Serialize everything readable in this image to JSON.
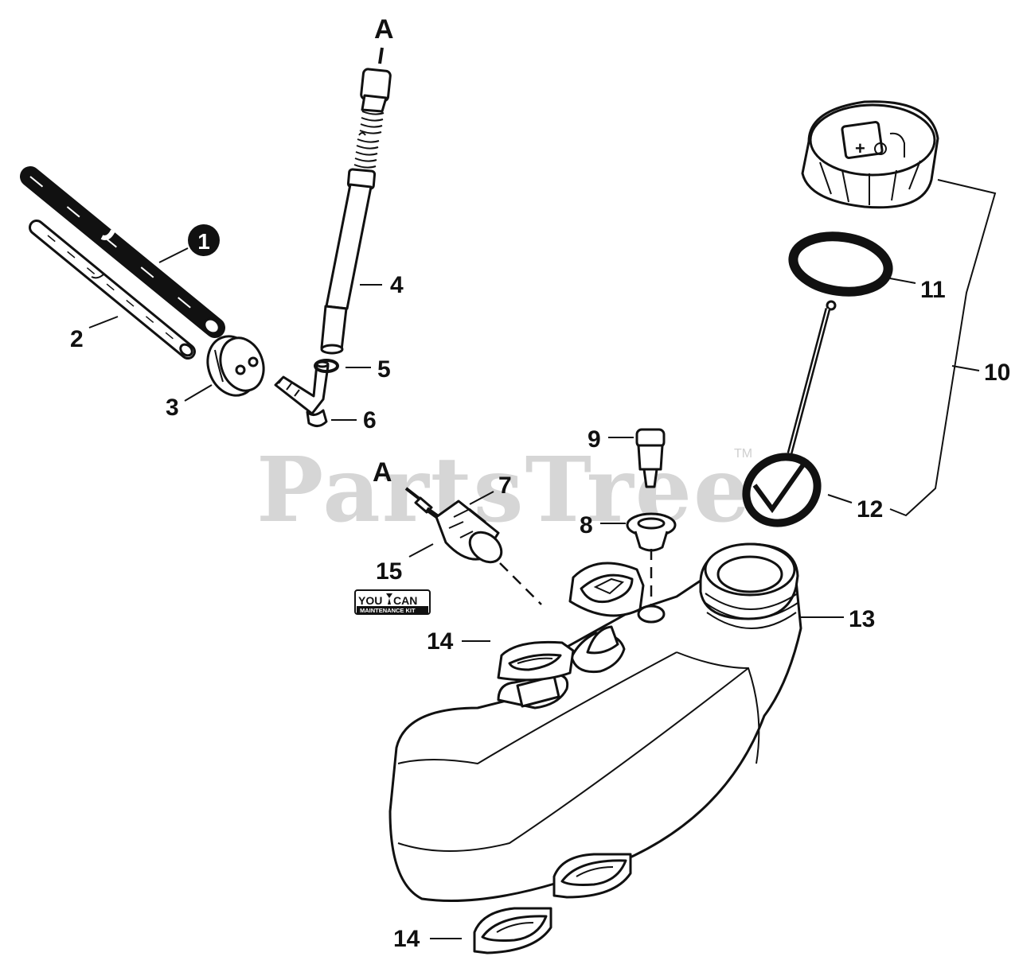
{
  "watermark": {
    "text": "PartsTree",
    "trademark": "TM"
  },
  "reference_marks": [
    "A",
    "A"
  ],
  "callouts": [
    {
      "id": "note-1",
      "text": "1"
    },
    {
      "id": "part-2",
      "text": "2"
    },
    {
      "id": "part-3",
      "text": "3"
    },
    {
      "id": "part-4",
      "text": "4"
    },
    {
      "id": "part-5",
      "text": "5"
    },
    {
      "id": "part-6",
      "text": "6"
    },
    {
      "id": "part-7",
      "text": "7"
    },
    {
      "id": "part-8",
      "text": "8"
    },
    {
      "id": "part-9",
      "text": "9"
    },
    {
      "id": "part-10",
      "text": "10"
    },
    {
      "id": "part-11",
      "text": "11"
    },
    {
      "id": "part-12",
      "text": "12"
    },
    {
      "id": "part-13",
      "text": "13"
    },
    {
      "id": "part-14-upper",
      "text": "14"
    },
    {
      "id": "part-14-lower",
      "text": "14"
    },
    {
      "id": "part-15",
      "text": "15"
    }
  ],
  "badge": {
    "line1_left": "YOU",
    "line1_right": "CAN",
    "line2": "MAINTENANCE KIT",
    "icon": "wrench-icon"
  }
}
